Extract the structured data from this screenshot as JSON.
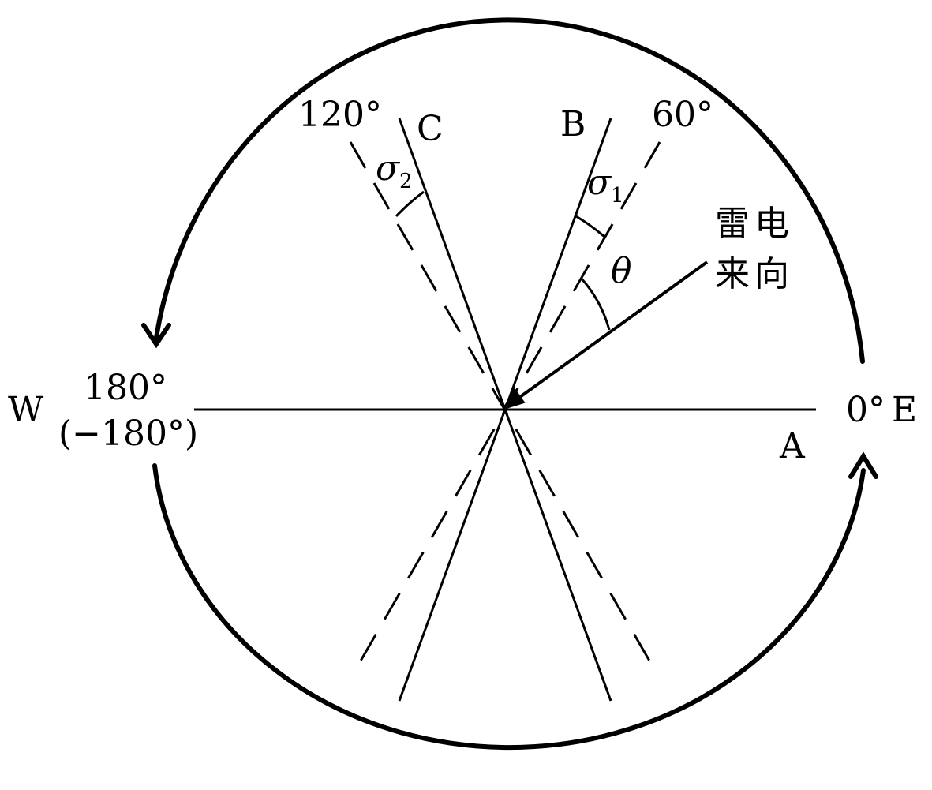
{
  "diagram": {
    "east": {
      "angle": "0°",
      "direction": "E"
    },
    "west": {
      "direction": "W",
      "angle": "180°",
      "angle_alt": "(−180°)"
    },
    "ref_60": "60°",
    "ref_120": "120°",
    "conductor_a": "A",
    "conductor_b": "B",
    "conductor_c": "C",
    "sigma_1": {
      "symbol": "σ",
      "index": "1"
    },
    "sigma_2": {
      "symbol": "σ",
      "index": "2"
    },
    "theta": "θ",
    "lightning_line1": "雷电",
    "lightning_line2": "来向"
  },
  "colors": {
    "ink": "#000000",
    "background": "#ffffff"
  }
}
